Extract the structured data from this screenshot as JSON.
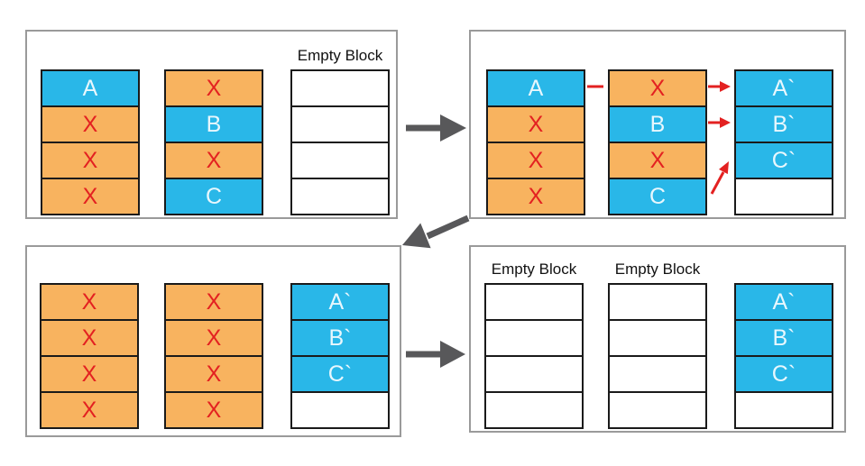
{
  "title": "Garbage collection block diagram",
  "colors": {
    "validFill": "#29b7e8",
    "staleFill": "#f8b35f",
    "red": "#e32121",
    "arrowGray": "#58585a",
    "panelBorder": "#9a9a9a",
    "cellBorder": "#1a1a1a",
    "lightText": "#e8f7fd",
    "labelText": "#111111",
    "background": "#ffffff"
  },
  "panels": [
    {
      "name": "initial-state",
      "columns": [
        {
          "label": "",
          "cells": [
            {
              "text": "A",
              "type": "valid"
            },
            {
              "text": "X",
              "type": "stale"
            },
            {
              "text": "X",
              "type": "stale"
            },
            {
              "text": "X",
              "type": "stale"
            }
          ]
        },
        {
          "label": "",
          "cells": [
            {
              "text": "X",
              "type": "stale"
            },
            {
              "text": "B",
              "type": "valid"
            },
            {
              "text": "X",
              "type": "stale"
            },
            {
              "text": "C",
              "type": "valid"
            }
          ]
        },
        {
          "label": "Empty Block",
          "cells": [
            {
              "text": "",
              "type": "empty"
            },
            {
              "text": "",
              "type": "empty"
            },
            {
              "text": "",
              "type": "empty"
            },
            {
              "text": "",
              "type": "empty"
            }
          ]
        }
      ]
    },
    {
      "name": "copy-valid-pages",
      "columns": [
        {
          "label": "",
          "cells": [
            {
              "text": "A",
              "type": "valid"
            },
            {
              "text": "X",
              "type": "stale"
            },
            {
              "text": "X",
              "type": "stale"
            },
            {
              "text": "X",
              "type": "stale"
            }
          ]
        },
        {
          "label": "",
          "cells": [
            {
              "text": "X",
              "type": "stale"
            },
            {
              "text": "B",
              "type": "valid"
            },
            {
              "text": "X",
              "type": "stale"
            },
            {
              "text": "C",
              "type": "valid"
            }
          ]
        },
        {
          "label": "",
          "cells": [
            {
              "text": "A`",
              "type": "valid"
            },
            {
              "text": "B`",
              "type": "valid"
            },
            {
              "text": "C`",
              "type": "valid"
            },
            {
              "text": "",
              "type": "empty"
            }
          ]
        }
      ]
    },
    {
      "name": "after-copy-all-stale",
      "columns": [
        {
          "label": "",
          "cells": [
            {
              "text": "X",
              "type": "stale"
            },
            {
              "text": "X",
              "type": "stale"
            },
            {
              "text": "X",
              "type": "stale"
            },
            {
              "text": "X",
              "type": "stale"
            }
          ]
        },
        {
          "label": "",
          "cells": [
            {
              "text": "X",
              "type": "stale"
            },
            {
              "text": "X",
              "type": "stale"
            },
            {
              "text": "X",
              "type": "stale"
            },
            {
              "text": "X",
              "type": "stale"
            }
          ]
        },
        {
          "label": "",
          "cells": [
            {
              "text": "A`",
              "type": "valid"
            },
            {
              "text": "B`",
              "type": "valid"
            },
            {
              "text": "C`",
              "type": "valid"
            },
            {
              "text": "",
              "type": "empty"
            }
          ]
        }
      ]
    },
    {
      "name": "after-erase",
      "columns": [
        {
          "label": "Empty Block",
          "cells": [
            {
              "text": "",
              "type": "empty"
            },
            {
              "text": "",
              "type": "empty"
            },
            {
              "text": "",
              "type": "empty"
            },
            {
              "text": "",
              "type": "empty"
            }
          ]
        },
        {
          "label": "Empty Block",
          "cells": [
            {
              "text": "",
              "type": "empty"
            },
            {
              "text": "",
              "type": "empty"
            },
            {
              "text": "",
              "type": "empty"
            },
            {
              "text": "",
              "type": "empty"
            }
          ]
        },
        {
          "label": "",
          "cells": [
            {
              "text": "A`",
              "type": "valid"
            },
            {
              "text": "B`",
              "type": "valid"
            },
            {
              "text": "C`",
              "type": "valid"
            },
            {
              "text": "",
              "type": "empty"
            }
          ]
        }
      ]
    }
  ]
}
